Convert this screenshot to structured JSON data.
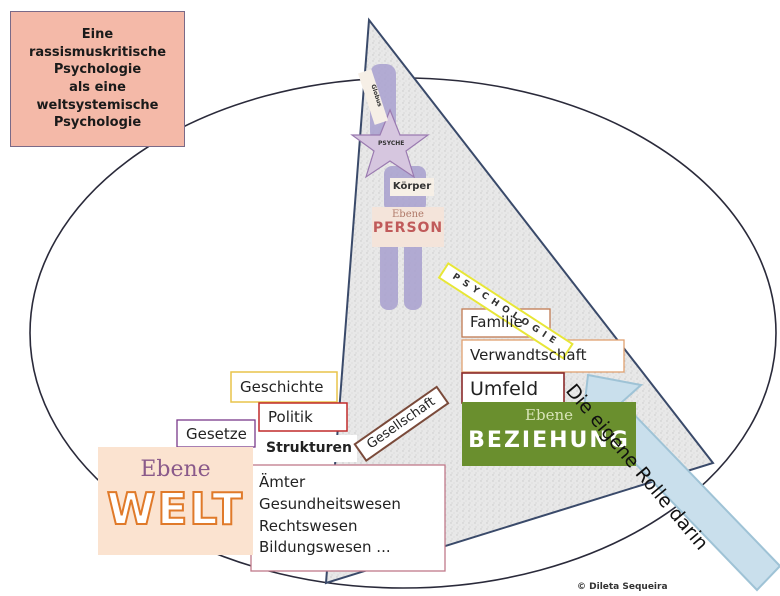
{
  "title_box": {
    "lines": [
      "Eine",
      "rassismuskritische",
      "Psychologie",
      "als eine",
      "weltsystemische",
      "Psychologie"
    ],
    "bg_color": "#f4b9a8"
  },
  "person": {
    "globus_tag": "Globus",
    "psyche_tag": "PSYCHE",
    "koerper": "Körper",
    "ebene": "Ebene",
    "word": "PERSON"
  },
  "psychologie_label": "PSYCHOLOGIE",
  "beziehung": {
    "familie": "Familie",
    "verwandtschaft": "Verwandtschaft",
    "umfeld": "Umfeld",
    "ebene": "Ebene",
    "word": "BEZIEHUNG",
    "color": "#6a8f2e"
  },
  "rolle": "Die eigene Rolle darin",
  "gesellschaft_label": "Gesellschaft",
  "welt": {
    "geschichte": "Geschichte",
    "politik": "Politik",
    "gesetze": "Gesetze",
    "strukturen": "Strukturen",
    "aemter": "Ämter",
    "gesundheit": "Gesundheitswesen",
    "recht": "Rechtswesen",
    "bildung": "Bildungswesen ...",
    "ebene": "Ebene",
    "word": "WELT"
  },
  "copyright": "© Dileta Sequeira"
}
